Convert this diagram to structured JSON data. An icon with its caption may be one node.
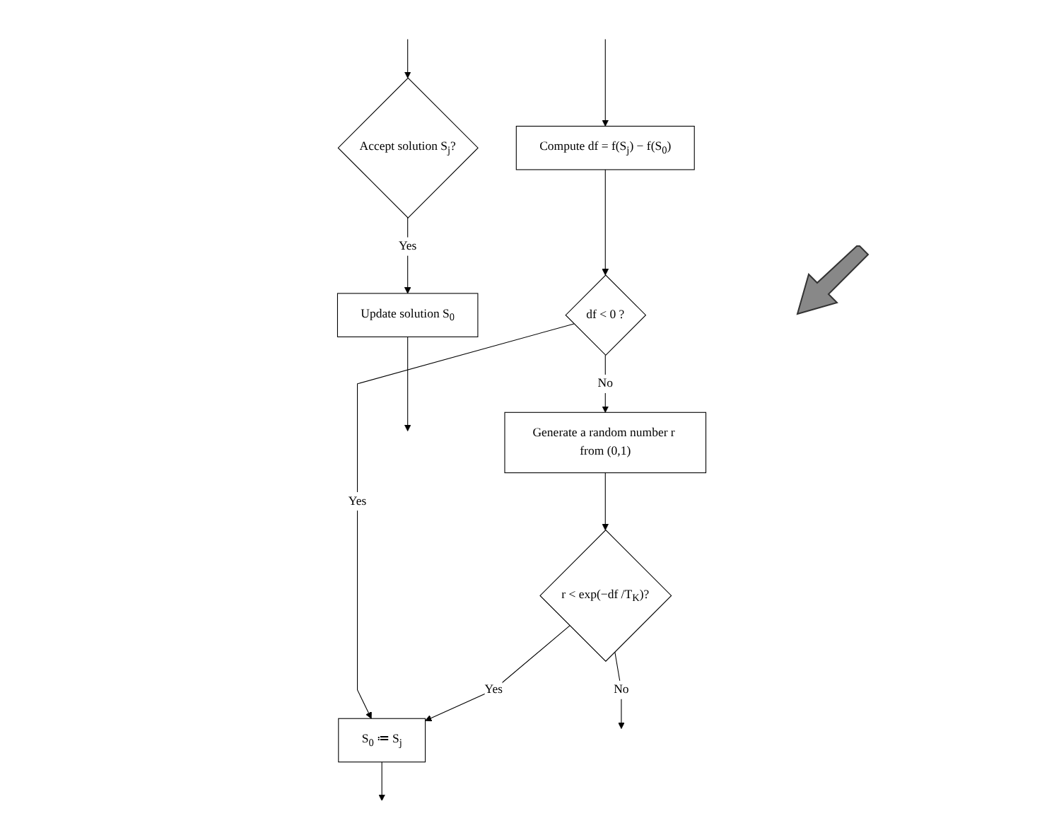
{
  "diagram": {
    "nodes": [
      {
        "text": [
          "Accept solution S$_{j}$?"
        ]
      },
      {
        "text": [
          "Update solution S$_{0}$"
        ]
      },
      {
        "text": [
          "Compute df = f(S$_{j}$) − f(S$_{0}$)"
        ]
      },
      {
        "text": [
          "df < 0 ?"
        ]
      },
      {
        "text": [
          "Generate a random number r from (0,1)"
        ]
      },
      {
        "text": [
          "S$_{0}$ ≔ S$_{j}$"
        ]
      },
      {
        "text": [
          "r < exp(−df /T$_{K}$)?"
        ]
      }
    ],
    "edges": [
      {
        "from": null,
        "to": 0,
        "arrow": "to"
      },
      {
        "from": 0,
        "to": 1,
        "arrow": "to",
        "label": "Yes"
      },
      {
        "from": 1,
        "to": null,
        "arrow": "to"
      },
      {
        "from": null,
        "to": 2,
        "arrow": "to"
      },
      {
        "from": 2,
        "to": 3,
        "arrow": "to"
      },
      {
        "from": 3,
        "to": 4,
        "arrow": "to",
        "label": "No"
      },
      {
        "from": 3,
        "to": 5,
        "arrow": "to",
        "label": "Yes"
      },
      {
        "from": 4,
        "to": 6,
        "arrow": "to"
      },
      {
        "from": 6,
        "to": 5,
        "arrow": "to",
        "label": "Yes"
      },
      {
        "from": 5,
        "to": null,
        "arrow": "to"
      },
      {
        "from": 6,
        "to": null,
        "arrow": "to",
        "label": "No"
      }
    ]
  }
}
